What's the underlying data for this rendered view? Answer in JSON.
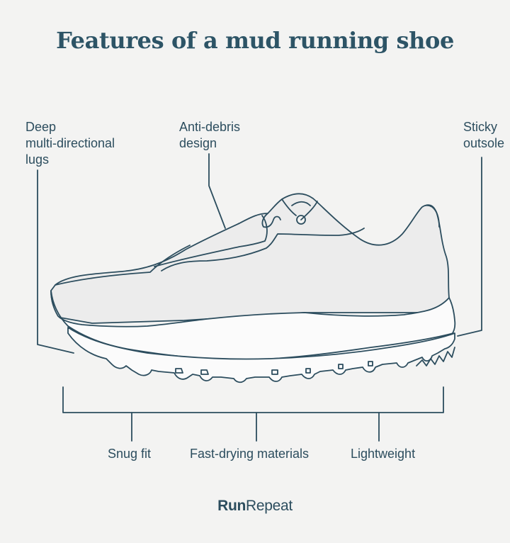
{
  "title": "Features of a mud running shoe",
  "callouts": {
    "lugs": [
      "Deep",
      "multi-directional",
      "lugs"
    ],
    "debris": [
      "Anti-debris",
      "design"
    ],
    "sticky": [
      "Sticky",
      "outsole"
    ]
  },
  "benefits": {
    "snug": "Snug fit",
    "fast": "Fast-drying materials",
    "light": "Lightweight"
  },
  "brand": {
    "run": "Run",
    "repeat": "Repeat"
  },
  "colors": {
    "ink": "#2c4d5e",
    "title": "#2d5466",
    "upper_fill": "#ececec",
    "sole_fill": "#fbfbfb",
    "background": "#f3f3f2"
  }
}
